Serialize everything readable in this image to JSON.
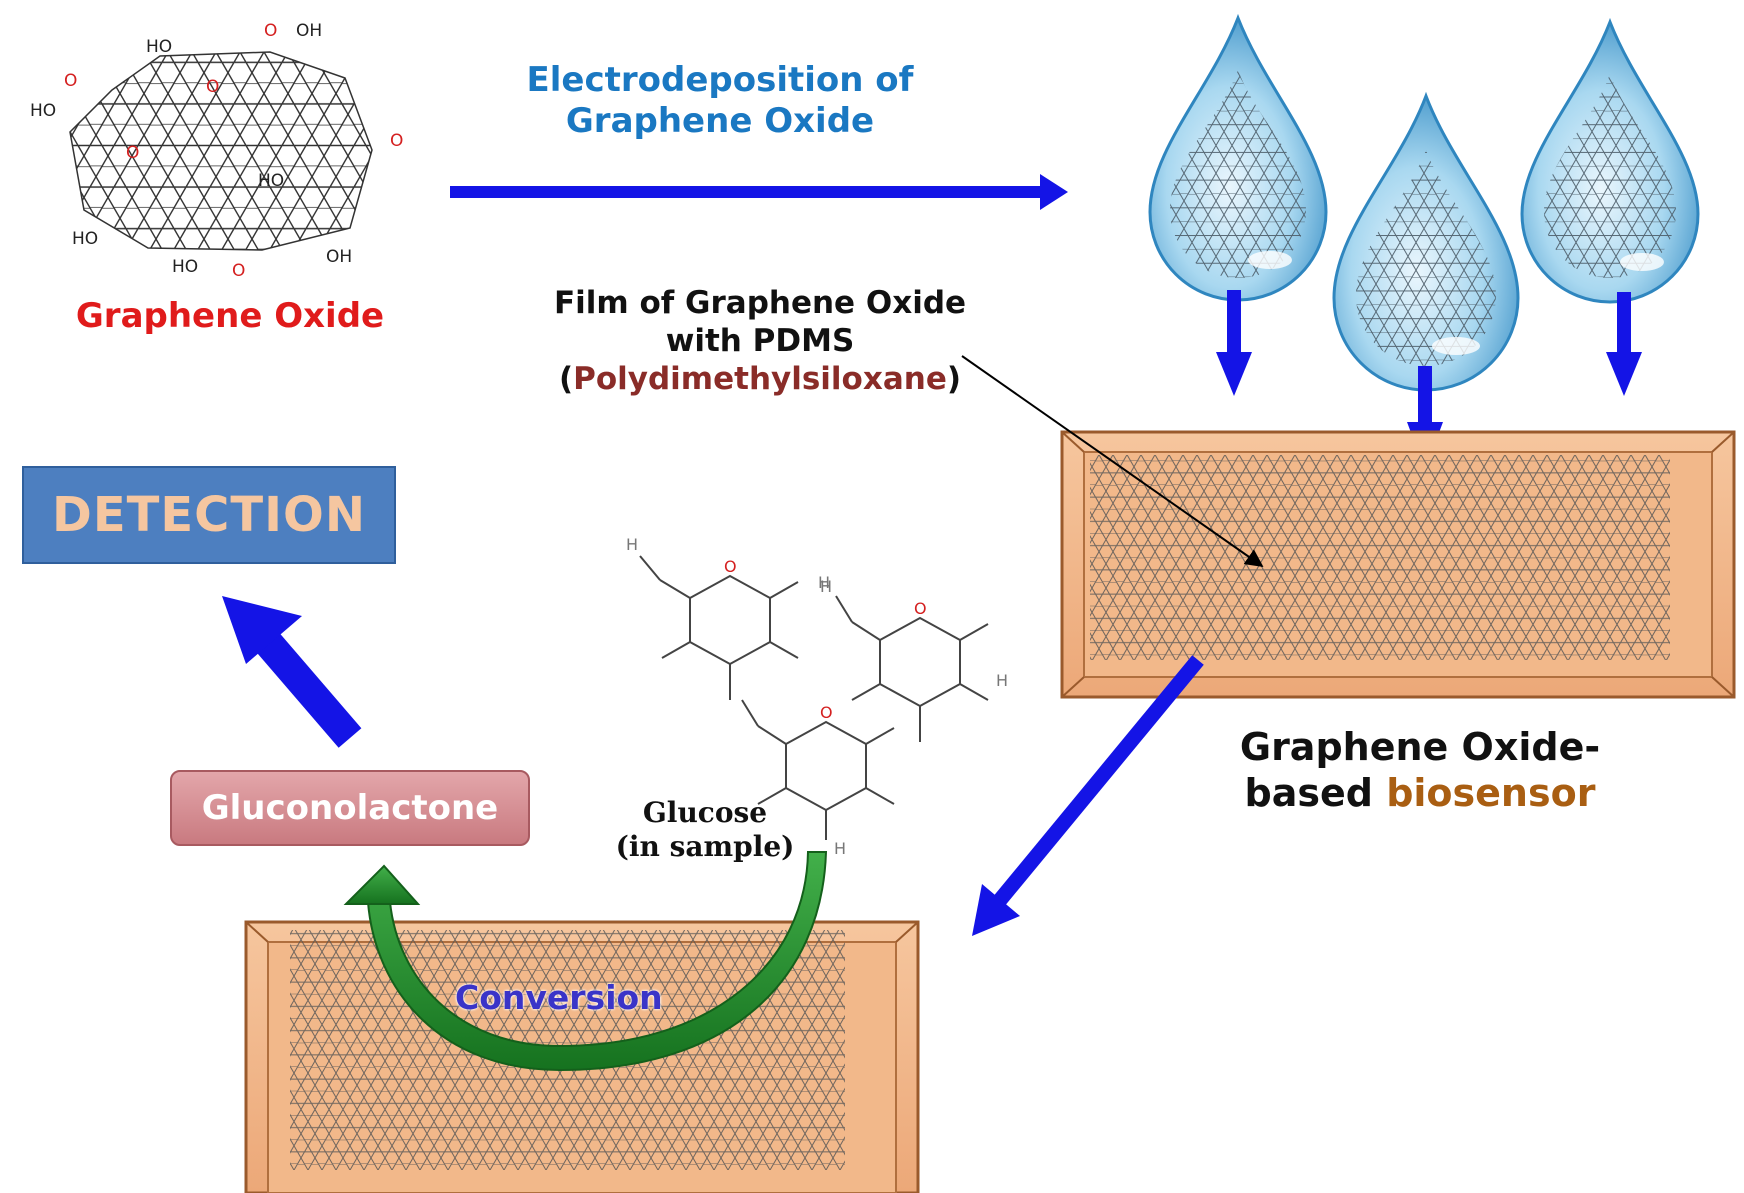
{
  "labels": {
    "graphene_oxide": "Graphene Oxide",
    "electrodeposition_line1": "Electrodeposition of",
    "electrodeposition_line2": "Graphene Oxide",
    "film_line1": "Film of Graphene Oxide",
    "film_line2": "with PDMS",
    "film_paren_open": "(",
    "film_polymer": "Polydimethylsiloxane",
    "film_paren_close": ")",
    "detection": "DETECTION",
    "gluconolactone": "Gluconolactone",
    "glucose_line1": "Glucose",
    "glucose_line2": "(in sample)",
    "sensor_line1": "Graphene Oxide-",
    "sensor_line2_prefix": "based ",
    "sensor_line2_highlight": "biosensor",
    "conversion": "Conversion"
  },
  "molecule_labels": {
    "hydroxyl": "HO",
    "hydroxyl_r": "OH",
    "carboxyl": "O",
    "oxygen": "O",
    "hydrogen": "H"
  },
  "colors": {
    "arrow_blue": "#1414e6",
    "conversion_green": "#1f8a2a",
    "slab_fill": "#f2b88a",
    "slab_border": "#9a5a2c",
    "detection_fill": "#4d7fc0",
    "detection_text": "#f5c6a0",
    "gluconolactone_fill": "#d4868c",
    "graphene_title": "#e01b1b",
    "electrodeposition_text": "#1a78c2",
    "polymer_text": "#8a2c28",
    "biosensor_text": "#a95e12"
  }
}
